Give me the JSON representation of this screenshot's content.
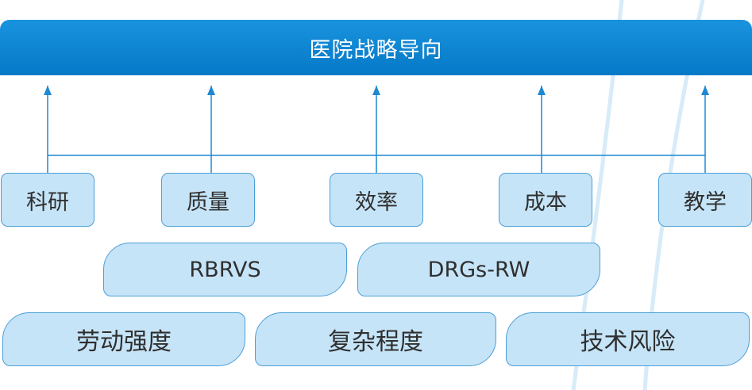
{
  "header": {
    "title": "医院战略导向"
  },
  "goals": [
    "科研",
    "质量",
    "效率",
    "成本",
    "教学"
  ],
  "metrics": [
    "RBRVS",
    "DRGs-RW"
  ],
  "factors": [
    "劳动强度",
    "复杂程度",
    "技术风险"
  ],
  "colors": {
    "header": "#0a82d0",
    "box_fill": "#c6e4f7",
    "box_border": "#4a9fd8",
    "connector": "#1e88d2"
  }
}
